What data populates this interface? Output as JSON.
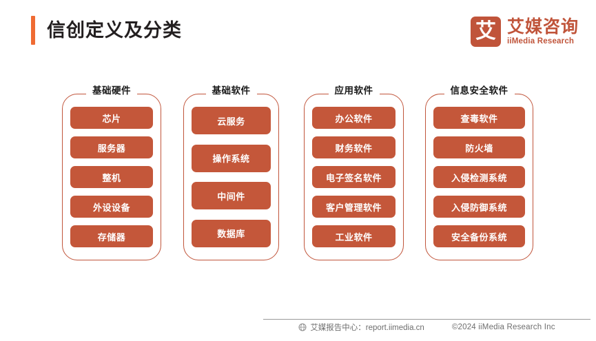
{
  "header": {
    "title": "信创定义及分类",
    "accent_color": "#ef6b33",
    "logo": {
      "mark_char": "艾",
      "name_cn": "艾媒咨询",
      "name_en": "iiMedia Research",
      "color": "#c0543a"
    }
  },
  "diagram": {
    "chip_color": "#c4573a",
    "border_color": "#c0543a",
    "groups": [
      {
        "title": "基础硬件",
        "items": [
          "芯片",
          "服务器",
          "整机",
          "外设设备",
          "存储器"
        ]
      },
      {
        "title": "基础软件",
        "items": [
          "云服务",
          "操作系统",
          "中间件",
          "数据库"
        ]
      },
      {
        "title": "应用软件",
        "items": [
          "办公软件",
          "财务软件",
          "电子签名软件",
          "客户管理软件",
          "工业软件"
        ]
      },
      {
        "title": "信息安全软件",
        "items": [
          "查毒软件",
          "防火墙",
          "入侵检测系统",
          "入侵防御系统",
          "安全备份系统"
        ]
      }
    ]
  },
  "footer": {
    "report_center": "艾媒报告中心：report.iimedia.cn",
    "copyright": "©2024  iiMedia Research  Inc"
  }
}
